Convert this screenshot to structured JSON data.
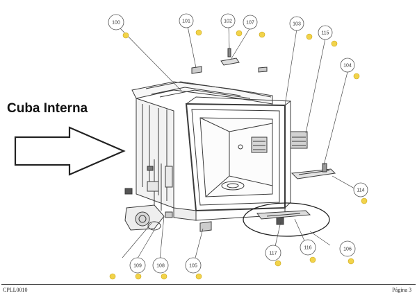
{
  "heading": "Cuba Interna",
  "footer": {
    "left": "CPLL0010",
    "right": "Página 3"
  },
  "colors": {
    "line": "#3a3a3a",
    "dot": "#f2d34a",
    "dot_stroke": "#c9a515"
  },
  "callouts": [
    {
      "id": "c100",
      "label": "100"
    },
    {
      "id": "c101",
      "label": "101"
    },
    {
      "id": "c102",
      "label": "102"
    },
    {
      "id": "c107",
      "label": "107"
    },
    {
      "id": "c103",
      "label": "103"
    },
    {
      "id": "c115",
      "label": "115"
    },
    {
      "id": "c104",
      "label": "104"
    },
    {
      "id": "c114",
      "label": "114"
    },
    {
      "id": "c106",
      "label": "106"
    },
    {
      "id": "c116",
      "label": "116"
    },
    {
      "id": "c117",
      "label": "117"
    },
    {
      "id": "c105",
      "label": "105"
    },
    {
      "id": "c108",
      "label": "108"
    },
    {
      "id": "c109",
      "label": "109"
    }
  ]
}
